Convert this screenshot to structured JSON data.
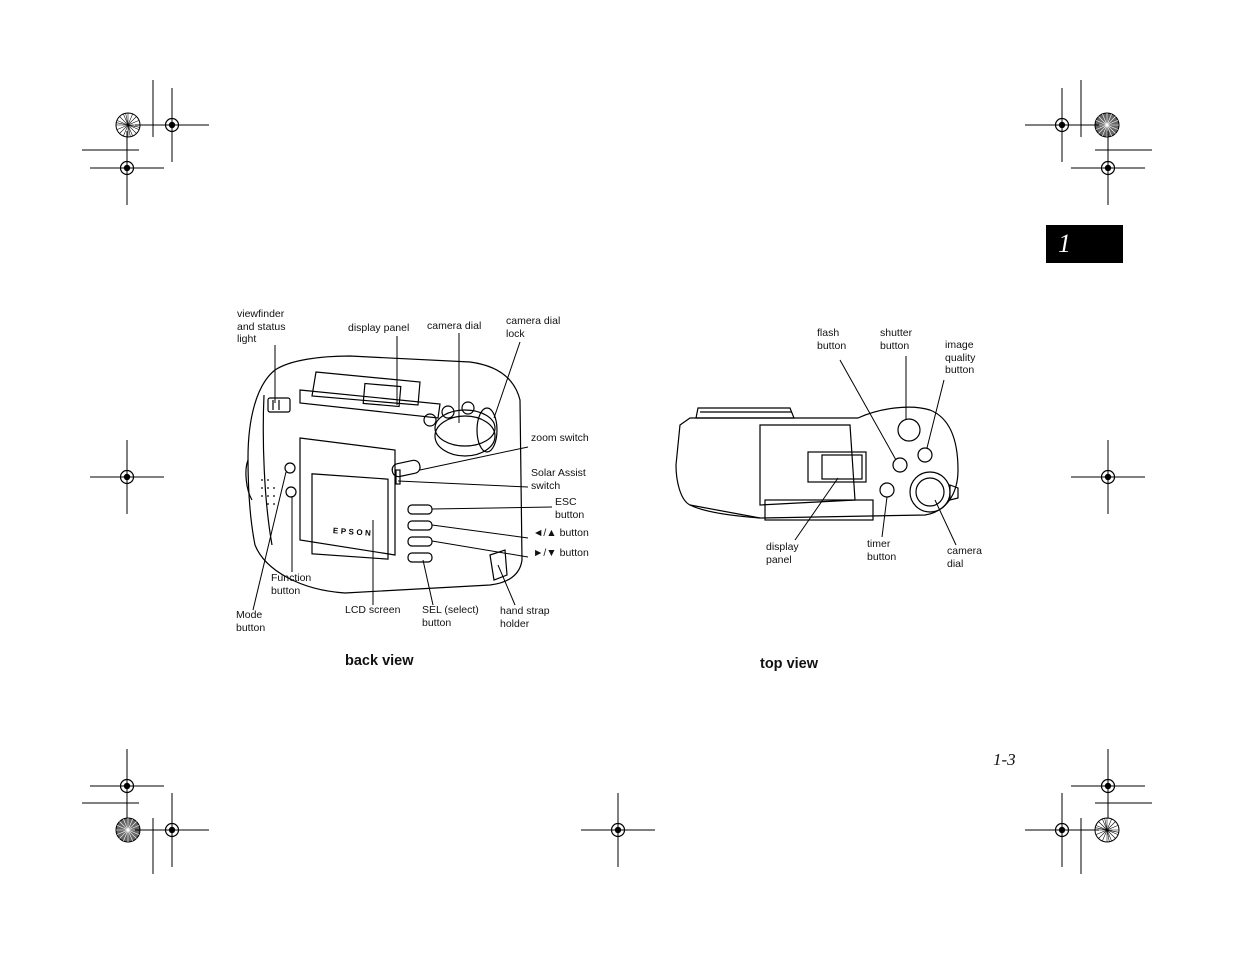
{
  "chapter_tab": "1",
  "page_number": "1-3",
  "back_view": {
    "caption": "back view",
    "labels": {
      "viewfinder": "viewfinder\nand status\nlight",
      "display_panel": "display panel",
      "camera_dial": "camera dial",
      "camera_dial_lock": "camera dial\nlock",
      "zoom_switch": "zoom switch",
      "solar_assist": "Solar Assist\nswitch",
      "esc_button": "ESC\nbutton",
      "left_up_button": "◄/▲ button",
      "right_down_button": "►/▼ button",
      "function_button": "Function\nbutton",
      "mode_button": "Mode\nbutton",
      "lcd_screen": "LCD screen",
      "sel_button": "SEL (select)\nbutton",
      "hand_strap": "hand strap\nholder"
    },
    "brand": "EPSON"
  },
  "top_view": {
    "caption": "top view",
    "labels": {
      "flash_button": "flash\nbutton",
      "shutter_button": "shutter\nbutton",
      "image_quality": "image\nquality\nbutton",
      "display_panel": "display\npanel",
      "timer_button": "timer\nbutton",
      "camera_dial": "camera\ndial"
    }
  }
}
